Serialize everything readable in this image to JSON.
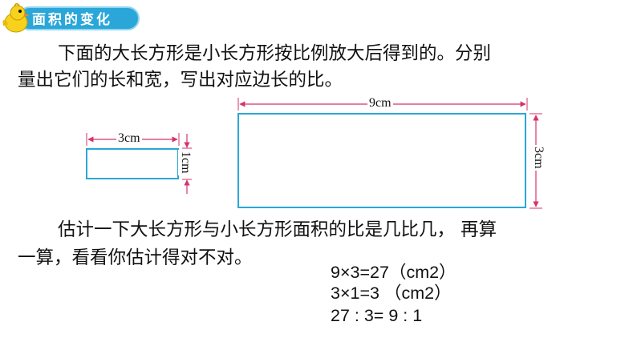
{
  "header": {
    "title": "面积的变化",
    "mascot_icon": "bird-mascot-icon"
  },
  "problem": {
    "line1": "下面的大长方形是小长方形按比例放大后得到的。分别",
    "line2": "量出它们的长和宽，写出对应边长的比。"
  },
  "small_rect": {
    "length_label": "3cm",
    "width_label": "1cm"
  },
  "big_rect": {
    "length_label": "9cm",
    "width_label": "3cm"
  },
  "question": {
    "line1": "估计一下大长方形与小长方形面积的比是几比几， 再算",
    "line2": "一算，看看你估计得对不对。"
  },
  "calculations": [
    "9×3=27（cm2）",
    "3×1=3 （cm2）",
    "27 : 3= 9 : 1"
  ],
  "colors": {
    "accent": "#2aa7d8",
    "rect_border": "#2aa7d8",
    "dimension_line": "#d6336c"
  }
}
